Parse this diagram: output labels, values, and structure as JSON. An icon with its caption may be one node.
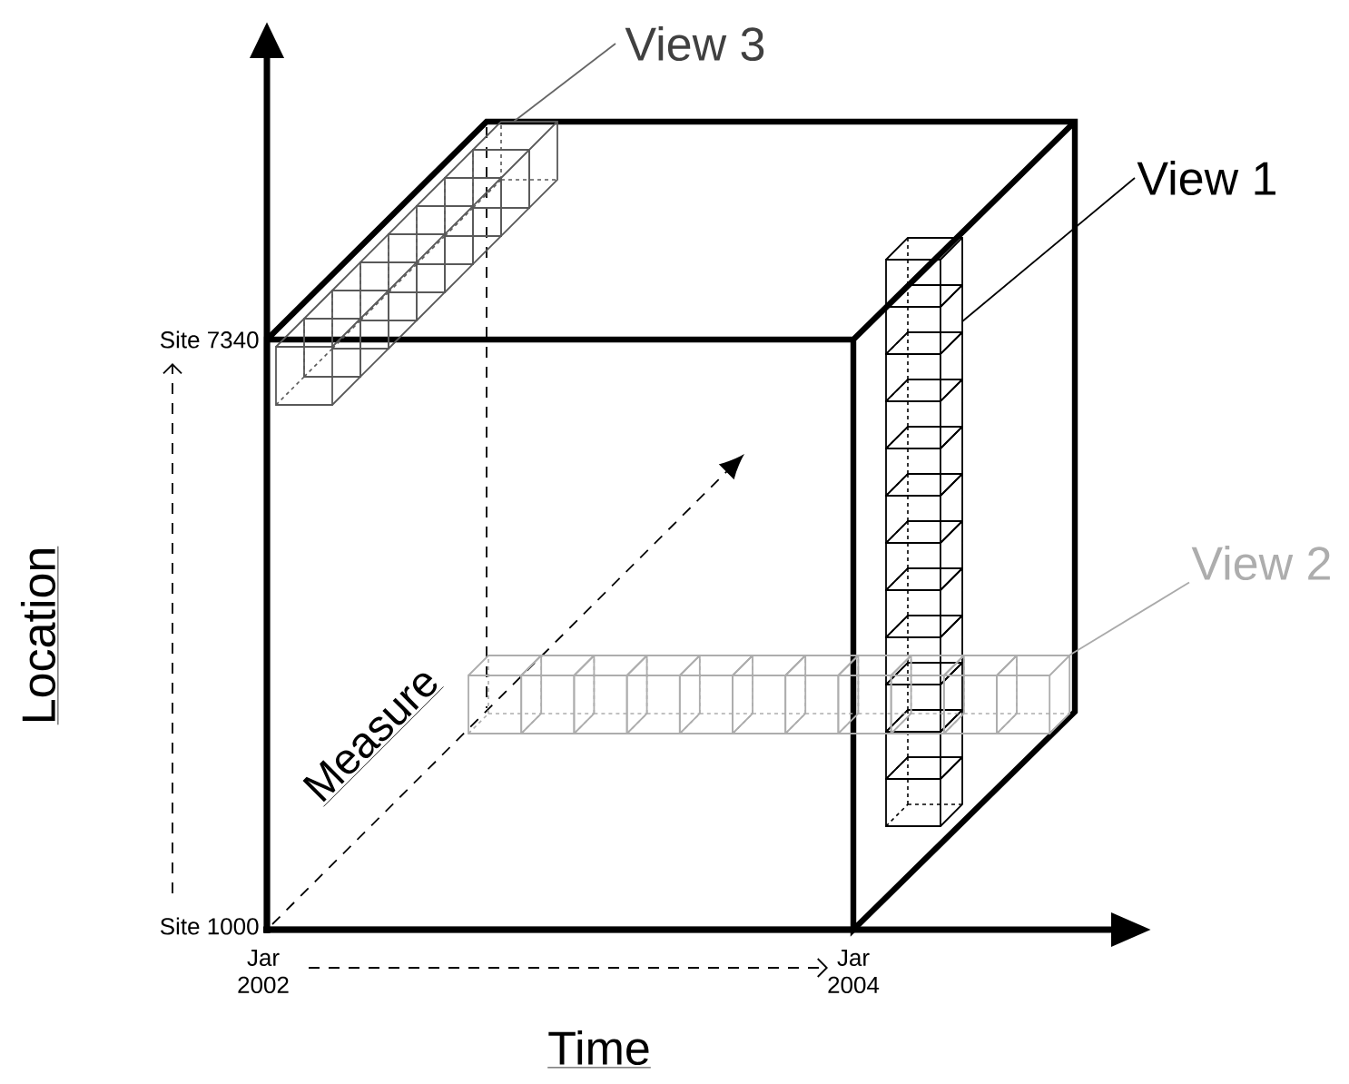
{
  "diagram": {
    "nodes": [
      {
        "text": [
          "View 3"
        ]
      },
      {
        "text": [
          "View 1"
        ]
      },
      {
        "text": [
          "View 2"
        ]
      },
      {
        "text": [],
        "shape": "box"
      },
      {
        "text": [],
        "shape": "box"
      },
      {
        "text": [],
        "shape": "box"
      }
    ],
    "edges": [
      {
        "from": 0,
        "to": 3,
        "arrow": "none",
        "color": "#666666"
      },
      {
        "from": 1,
        "to": 4,
        "arrow": "none",
        "color": "#000000"
      },
      {
        "from": 2,
        "to": 5,
        "arrow": "none",
        "color": "#aaaaaa"
      }
    ],
    "labels": [
      "Site 7340",
      "Location",
      "Measure",
      "Site 1000",
      "Jar 2002",
      "Jar 2004",
      "Time"
    ]
  }
}
